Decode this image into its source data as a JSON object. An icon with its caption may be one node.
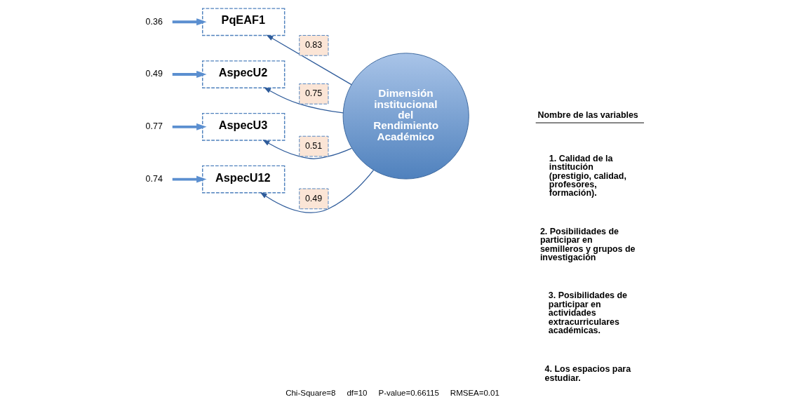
{
  "diagram": {
    "caption": "Chi-Square=8     df=10     P-value=0.66115     RMSEA=0.01",
    "nodes": [
      {
        "text": [
          "0.36"
        ]
      },
      {
        "text": [
          "PqEAF1"
        ]
      },
      {
        "text": [
          "0.49"
        ]
      },
      {
        "text": [
          "AspecU2"
        ]
      },
      {
        "text": [
          "Dimensión institucional del Rendimiento Académico"
        ]
      },
      {
        "text": [
          "0.77"
        ]
      },
      {
        "text": [
          "AspecU3"
        ]
      },
      {
        "text": [
          "0.74"
        ]
      },
      {
        "text": [
          "AspecU12"
        ]
      }
    ],
    "edges": [
      {
        "from": 0,
        "to": 1,
        "arrow": "to",
        "style": "thick",
        "color": "#5b8fd0"
      },
      {
        "from": 2,
        "to": 3,
        "arrow": "to",
        "style": "thick",
        "color": "#5b8fd0"
      },
      {
        "from": 5,
        "to": 6,
        "arrow": "to",
        "style": "thick",
        "color": "#5b8fd0"
      },
      {
        "from": 7,
        "to": 8,
        "arrow": "to",
        "style": "thick",
        "color": "#5b8fd0"
      },
      {
        "from": 4,
        "to": 1,
        "arrow": "to",
        "label": "0.83"
      },
      {
        "from": 4,
        "to": 3,
        "arrow": "to",
        "label": "0.75"
      },
      {
        "from": 4,
        "to": 6,
        "arrow": "to",
        "label": "0.51"
      },
      {
        "from": 4,
        "to": 8,
        "arrow": "to",
        "label": "0.49"
      }
    ],
    "labels": [
      "Nombre de las variables",
      "1. Calidad de la institución (prestigio, calidad, profesores, formación).",
      "2. Posibilidades de participar en semilleros y grupos de investigación",
      "3. Posibilidades de participar en actividades extracurriculares académicas.",
      "4. Los espacios para estudiar."
    ]
  }
}
